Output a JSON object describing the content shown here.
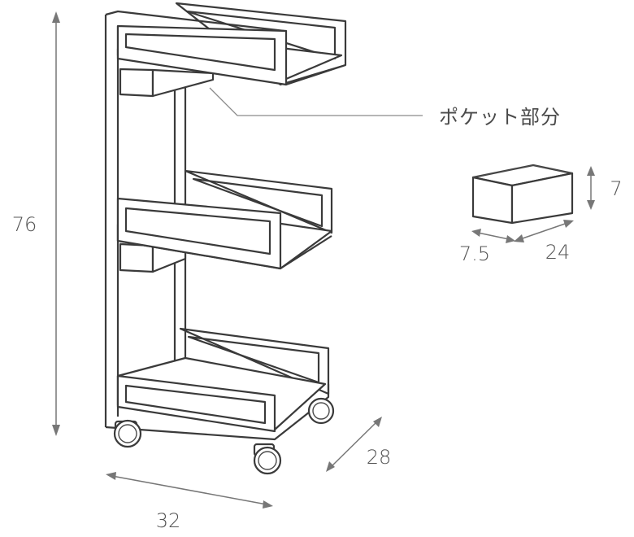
{
  "dimensions": {
    "height": "76",
    "width": "32",
    "depth": "28"
  },
  "callout": {
    "label": "ポケット部分"
  },
  "pocket": {
    "height": "7",
    "depth": "7.5",
    "width": "24"
  }
}
